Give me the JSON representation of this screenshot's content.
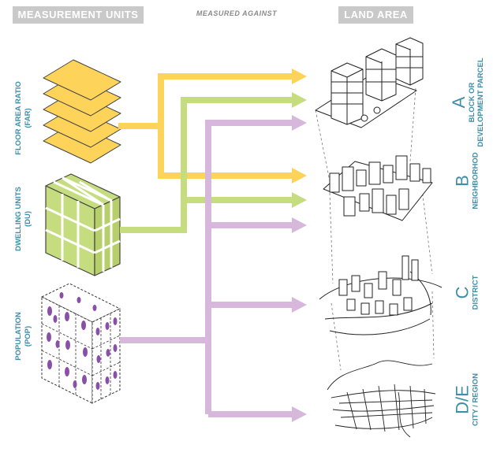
{
  "headers": {
    "measurement_units": "MEASUREMENT UNITS",
    "measured_against": "MEASURED AGAINST",
    "land_area": "LAND AREA"
  },
  "units": [
    {
      "line1": "FLOOR AREA RATIO",
      "line2": "(FAR)",
      "color": "#fdd35a"
    },
    {
      "line1": "DWELLING UNITS",
      "line2": "(DU)",
      "color": "#c6dd7f"
    },
    {
      "line1": "POPULATION",
      "line2": "(POP)",
      "color": "#d7b8dc"
    }
  ],
  "areas": [
    {
      "letter": "A",
      "line1": "BLOCK OR",
      "line2": "DEVELOPMENT PARCEL"
    },
    {
      "letter": "B",
      "line1": "NEIGHBORHOD",
      "line2": ""
    },
    {
      "letter": "C",
      "line1": "DISTRICT",
      "line2": ""
    },
    {
      "letter": "D/E",
      "line1": "CITY / REGION",
      "line2": ""
    }
  ],
  "colors": {
    "far": "#fdd35a",
    "du": "#c6dd7f",
    "pop": "#d7b8dc",
    "pop_people": "#8a4fa6",
    "label_text": "#3f8ea9",
    "header_bg": "#c9c9c9"
  }
}
